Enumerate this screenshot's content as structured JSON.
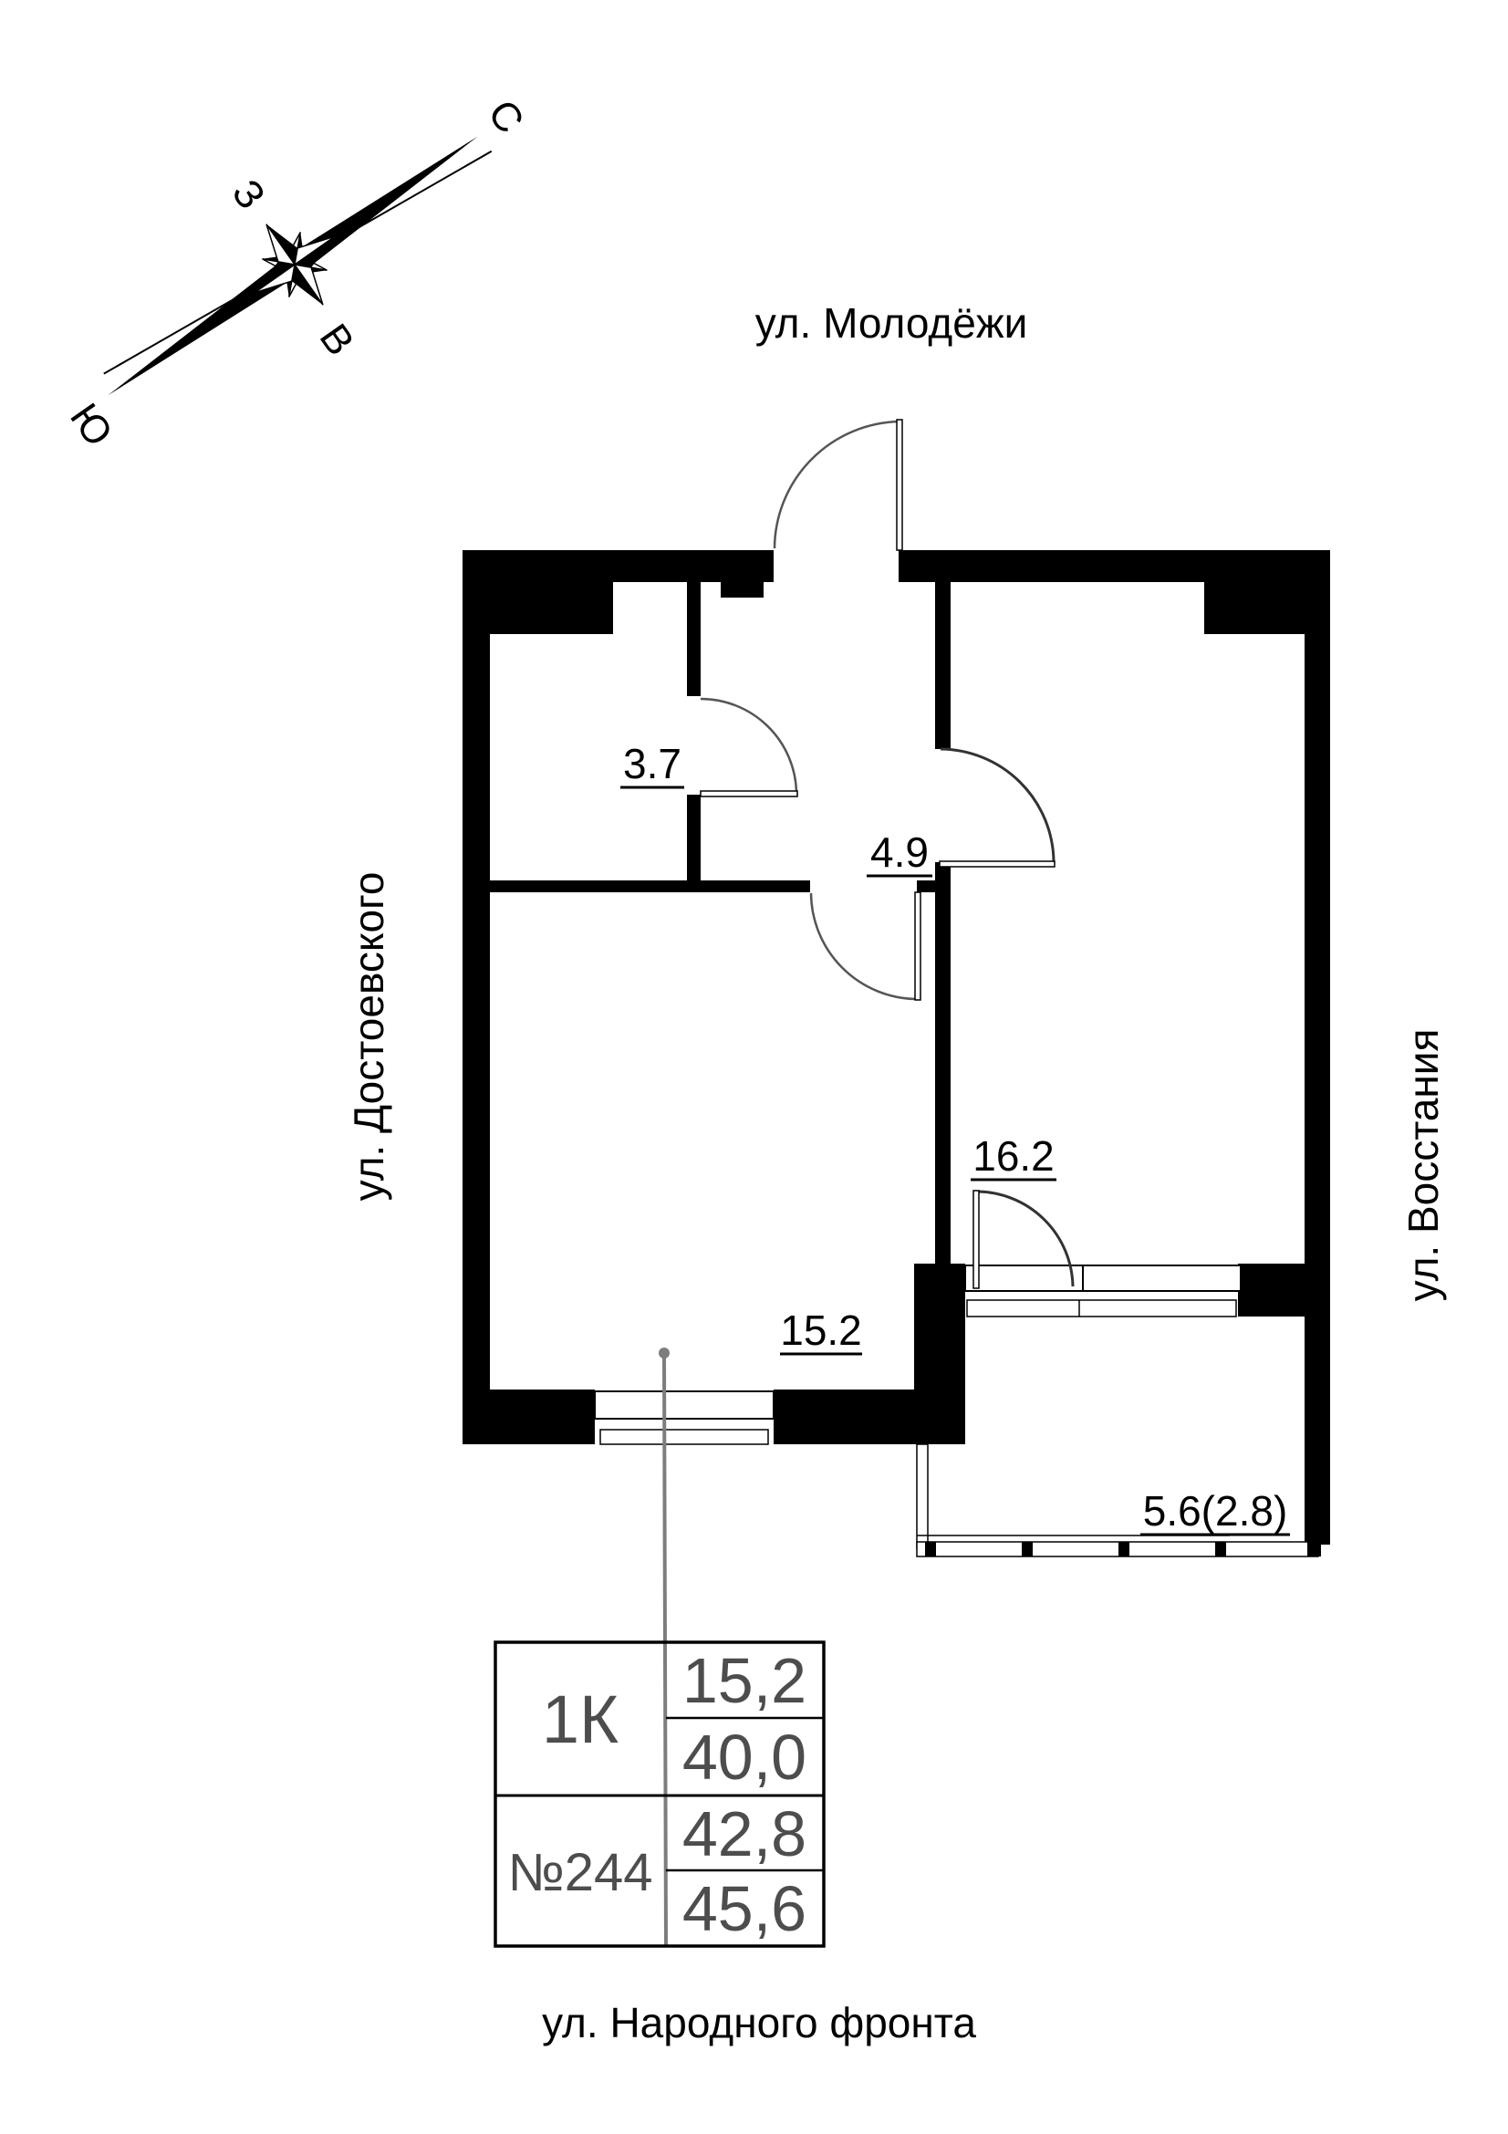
{
  "streets": {
    "top": "ул. Молодёжи",
    "left": "ул. Достоевского",
    "right": "ул. Восстания",
    "bottom": "ул. Народного фронта"
  },
  "compass": {
    "north": "С",
    "south": "Ю",
    "west": "З",
    "east": "В"
  },
  "rooms": [
    {
      "name": "bathroom",
      "area": "3.7"
    },
    {
      "name": "hallway",
      "area": "4.9"
    },
    {
      "name": "living-room",
      "area": "15.2"
    },
    {
      "name": "room",
      "area": "16.2"
    },
    {
      "name": "balcony",
      "area": "5.6(2.8)"
    }
  ],
  "info_table": {
    "apartment_type": "1К",
    "apartment_number": "№244",
    "living_area": "15,2",
    "area": "40,0",
    "area_without_balcony": "42,8",
    "total_area": "45,6"
  },
  "colors": {
    "walls": "#000000",
    "table_text": "#4d4d4d",
    "leader_line": "#7d7d7d",
    "door_arc": "#555555"
  }
}
